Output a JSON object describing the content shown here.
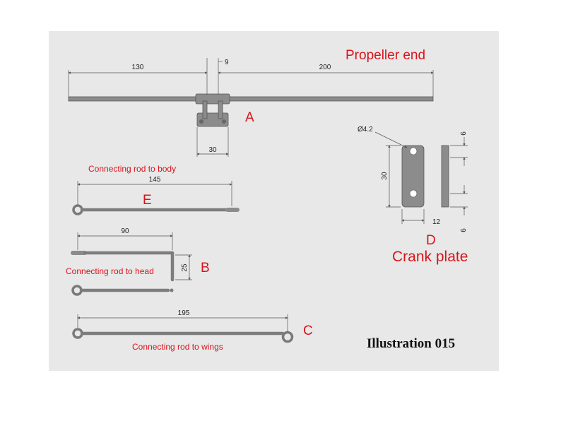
{
  "title": "Illustration 015",
  "parts": {
    "A": {
      "letter": "A",
      "caption": "Propeller end",
      "dims": {
        "left": "130",
        "gap": "9",
        "right": "200",
        "width": "30"
      }
    },
    "B": {
      "letter": "B",
      "caption": "Connecting rod to head",
      "dims": {
        "length": "90",
        "height": "25"
      }
    },
    "C": {
      "letter": "C",
      "caption": "Connecting rod to wings",
      "dims": {
        "length": "195"
      }
    },
    "D": {
      "letter": "D",
      "caption": "Crank plate",
      "dims": {
        "hole": "Ø4.2",
        "height": "30",
        "width": "12",
        "top": "6",
        "bottom": "6"
      }
    },
    "E": {
      "letter": "E",
      "caption": "Connecting rod to body",
      "dims": {
        "length": "145"
      }
    }
  },
  "colors": {
    "panel": "#e8e8e8",
    "label_red": "#d9141b",
    "part_gray": "#8c8c8c"
  }
}
